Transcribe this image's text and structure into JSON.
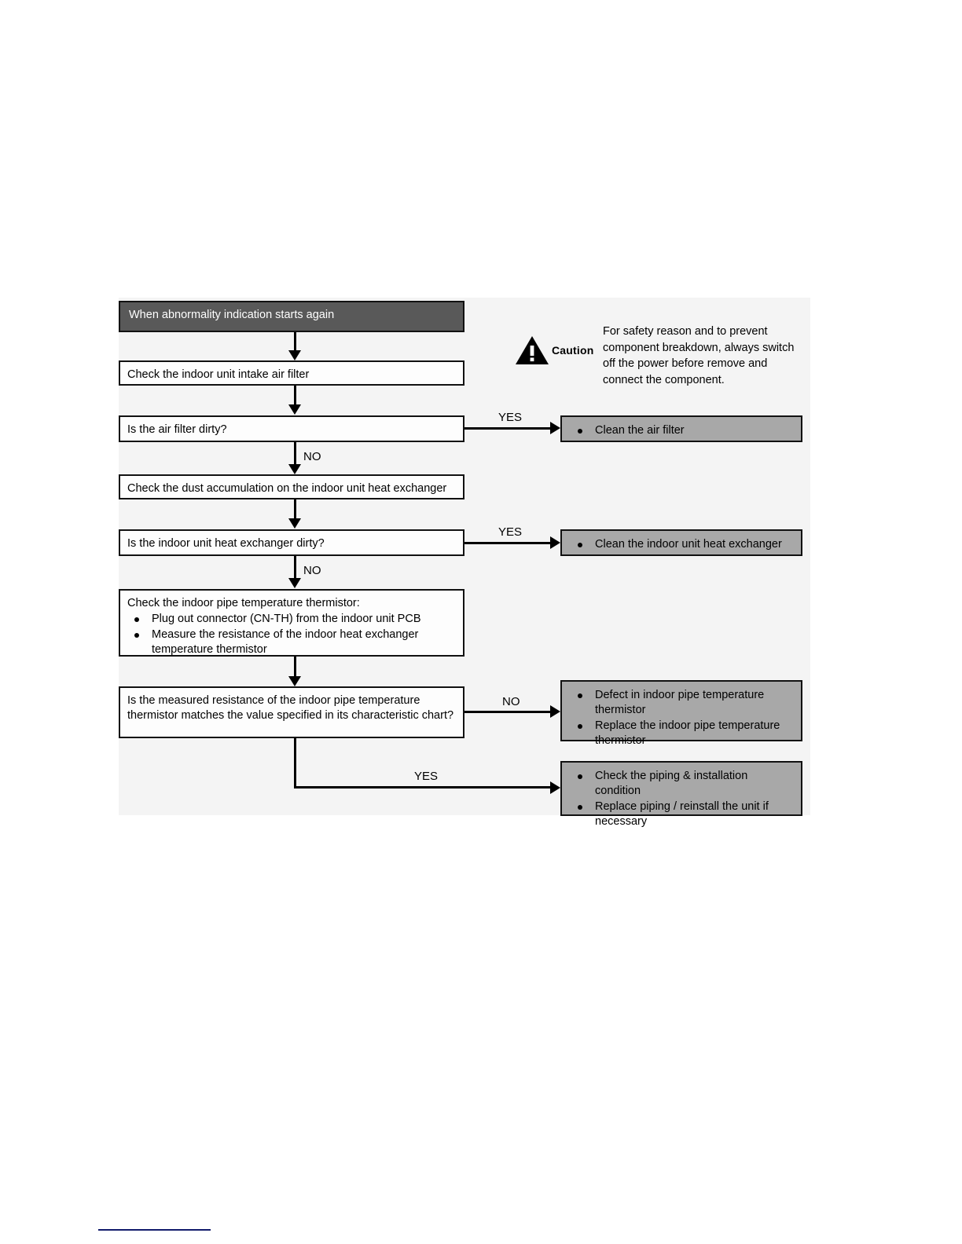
{
  "diagram": {
    "type": "troubleshooting-flowchart",
    "header": {
      "label": "When abnormality indication starts again"
    },
    "caution": {
      "icon": "warning-triangle-icon",
      "label": "Caution",
      "text": "For safety reason and to prevent component breakdown, always switch off the power before remove and connect the component."
    },
    "steps": [
      {
        "id": "check-air-filter",
        "kind": "process",
        "label": "Check the indoor unit intake air filter"
      },
      {
        "id": "air-filter-dirty",
        "kind": "decision",
        "label": "Is the air filter dirty?",
        "yes_label": "YES",
        "no_label": "NO"
      },
      {
        "id": "check-dust-accumulation",
        "kind": "process",
        "label": "Check the dust accumulation on the indoor unit heat exchanger"
      },
      {
        "id": "heat-exchanger-dirty",
        "kind": "decision",
        "label": "Is the indoor unit heat exchanger dirty?",
        "yes_label": "YES",
        "no_label": "NO"
      },
      {
        "id": "check-thermistor",
        "kind": "process",
        "title": "Check the indoor pipe temperature thermistor:",
        "bullets": [
          "Plug out connector (CN-TH) from the indoor unit PCB",
          "Measure the resistance of the indoor heat exchanger temperature thermistor"
        ]
      },
      {
        "id": "resistance-matches",
        "kind": "decision",
        "label": "Is the measured resistance of the indoor pipe temperature thermistor matches the value specified in its characteristic chart?",
        "no_label": "NO",
        "yes_label": "YES"
      }
    ],
    "results": [
      {
        "id": "clean-air-filter",
        "bullets": [
          "Clean the air filter"
        ]
      },
      {
        "id": "clean-heat-exchanger",
        "bullets": [
          "Clean the indoor unit heat exchanger"
        ]
      },
      {
        "id": "thermistor-defect",
        "bullets": [
          "Defect in indoor pipe temperature thermistor",
          "Replace the indoor pipe temperature thermistor"
        ]
      },
      {
        "id": "piping-check",
        "bullets": [
          "Check the piping & installation condition",
          "Replace piping / reinstall the unit if necessary"
        ]
      }
    ],
    "colors": {
      "header_fill": "#595959",
      "process_fill": "#fdfdfd",
      "result_fill": "#a8a8a8",
      "canvas_fill": "#f4f4f4",
      "stroke": "#111111",
      "footer_rule": "#111a6b"
    }
  }
}
